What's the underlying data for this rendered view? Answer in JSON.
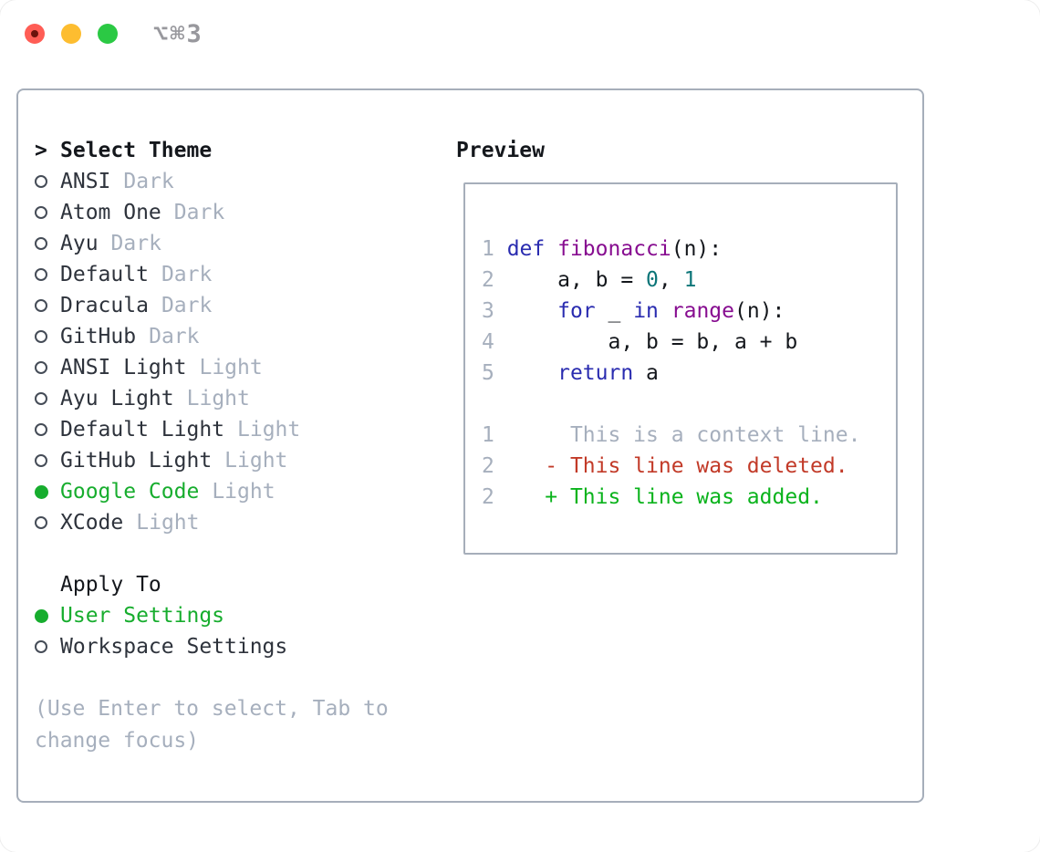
{
  "window": {
    "title": "⌥⌘3",
    "traffic_lights": {
      "close": "close-button",
      "minimize": "minimize-button",
      "zoom": "zoom-button",
      "close_has_unsaved_dot": true
    }
  },
  "theme_panel": {
    "prompt": ">",
    "title": "Select Theme",
    "themes": [
      {
        "name": "ANSI",
        "variant": "Dark",
        "selected": false
      },
      {
        "name": "Atom One",
        "variant": "Dark",
        "selected": false
      },
      {
        "name": "Ayu",
        "variant": "Dark",
        "selected": false
      },
      {
        "name": "Default",
        "variant": "Dark",
        "selected": false
      },
      {
        "name": "Dracula",
        "variant": "Dark",
        "selected": false
      },
      {
        "name": "GitHub",
        "variant": "Dark",
        "selected": false
      },
      {
        "name": "ANSI Light",
        "variant": "Light",
        "selected": false
      },
      {
        "name": "Ayu Light",
        "variant": "Light",
        "selected": false
      },
      {
        "name": "Default Light",
        "variant": "Light",
        "selected": false
      },
      {
        "name": "GitHub Light",
        "variant": "Light",
        "selected": false
      },
      {
        "name": "Google Code",
        "variant": "Light",
        "selected": true
      },
      {
        "name": "XCode",
        "variant": "Light",
        "selected": false
      }
    ],
    "apply_to": {
      "title": "Apply To",
      "options": [
        {
          "label": "User Settings",
          "selected": true
        },
        {
          "label": "Workspace Settings",
          "selected": false
        }
      ]
    },
    "hint": "(Use Enter to select, Tab to change focus)"
  },
  "preview": {
    "title": "Preview",
    "lines": [
      [
        {
          "t": "1 ",
          "c": "num"
        },
        {
          "t": "def",
          "c": "kw"
        },
        {
          "t": " ",
          "c": "pln"
        },
        {
          "t": "fibonacci",
          "c": "fn"
        },
        {
          "t": "(n):",
          "c": "pln"
        }
      ],
      [
        {
          "t": "2 ",
          "c": "num"
        },
        {
          "t": "    a, b = ",
          "c": "pln"
        },
        {
          "t": "0",
          "c": "lit"
        },
        {
          "t": ", ",
          "c": "pln"
        },
        {
          "t": "1",
          "c": "lit"
        }
      ],
      [
        {
          "t": "3 ",
          "c": "num"
        },
        {
          "t": "    ",
          "c": "pln"
        },
        {
          "t": "for",
          "c": "kw"
        },
        {
          "t": " _ ",
          "c": "pln"
        },
        {
          "t": "in",
          "c": "kw"
        },
        {
          "t": " ",
          "c": "pln"
        },
        {
          "t": "range",
          "c": "fn"
        },
        {
          "t": "(n):",
          "c": "pln"
        }
      ],
      [
        {
          "t": "4 ",
          "c": "num"
        },
        {
          "t": "        a, b = b, a + b",
          "c": "pln"
        }
      ],
      [
        {
          "t": "5 ",
          "c": "num"
        },
        {
          "t": "    ",
          "c": "pln"
        },
        {
          "t": "return",
          "c": "kw"
        },
        {
          "t": " a",
          "c": "pln"
        }
      ],
      [],
      [
        {
          "t": "1 ",
          "c": "num"
        },
        {
          "t": "     This is a context line.",
          "c": "ctx"
        }
      ],
      [
        {
          "t": "2 ",
          "c": "num"
        },
        {
          "t": "   ",
          "c": "pln"
        },
        {
          "t": "- This line was deleted.",
          "c": "del"
        }
      ],
      [
        {
          "t": "2 ",
          "c": "num"
        },
        {
          "t": "   ",
          "c": "pln"
        },
        {
          "t": "+ This line was added.",
          "c": "add"
        }
      ]
    ]
  },
  "colors": {
    "ink": "#14171c",
    "label": "#2e333c",
    "muted": "#a6afbd",
    "ring": "#454c57",
    "border": "#a6aeba",
    "accent-green": "#17ad2e",
    "add-green": "#0ab31c",
    "del-red": "#c23a28",
    "kw-blue": "#2a2cb0",
    "fn-purple": "#870d90",
    "lit-teal": "#0c7578",
    "title-gray": "#98989d",
    "tl-red": "#ff5d55",
    "tl-dot": "#6b130c",
    "tl-yellow": "#fdbd30",
    "tl-green": "#2bc944"
  }
}
